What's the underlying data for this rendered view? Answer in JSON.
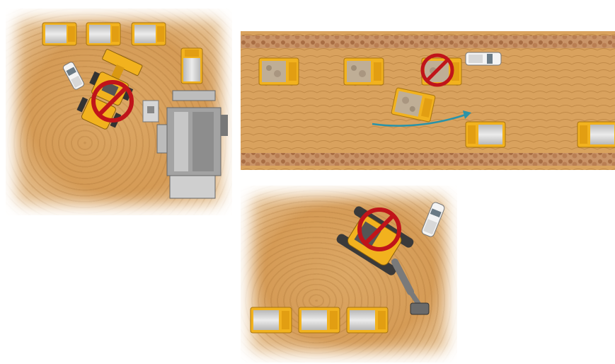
{
  "scenes": [
    {
      "name": "loader-loading-trucks-at-plant",
      "prohibited": true
    },
    {
      "name": "haul-road-passing",
      "prohibited": true,
      "path_arrow": true
    },
    {
      "name": "excavator-loading-trucks",
      "prohibited": true
    }
  ],
  "colors": {
    "dirt": "#d9a25e",
    "truck_yellow": "#f2b21e",
    "truck_bed": "#c9c9c9",
    "prohibit_red": "#c0141a",
    "arrow_teal": "#2a93a8",
    "pickup_white": "#f4f4f4",
    "plant_gray": "#9a9a9a",
    "rock_berm": "#b07a4d"
  }
}
